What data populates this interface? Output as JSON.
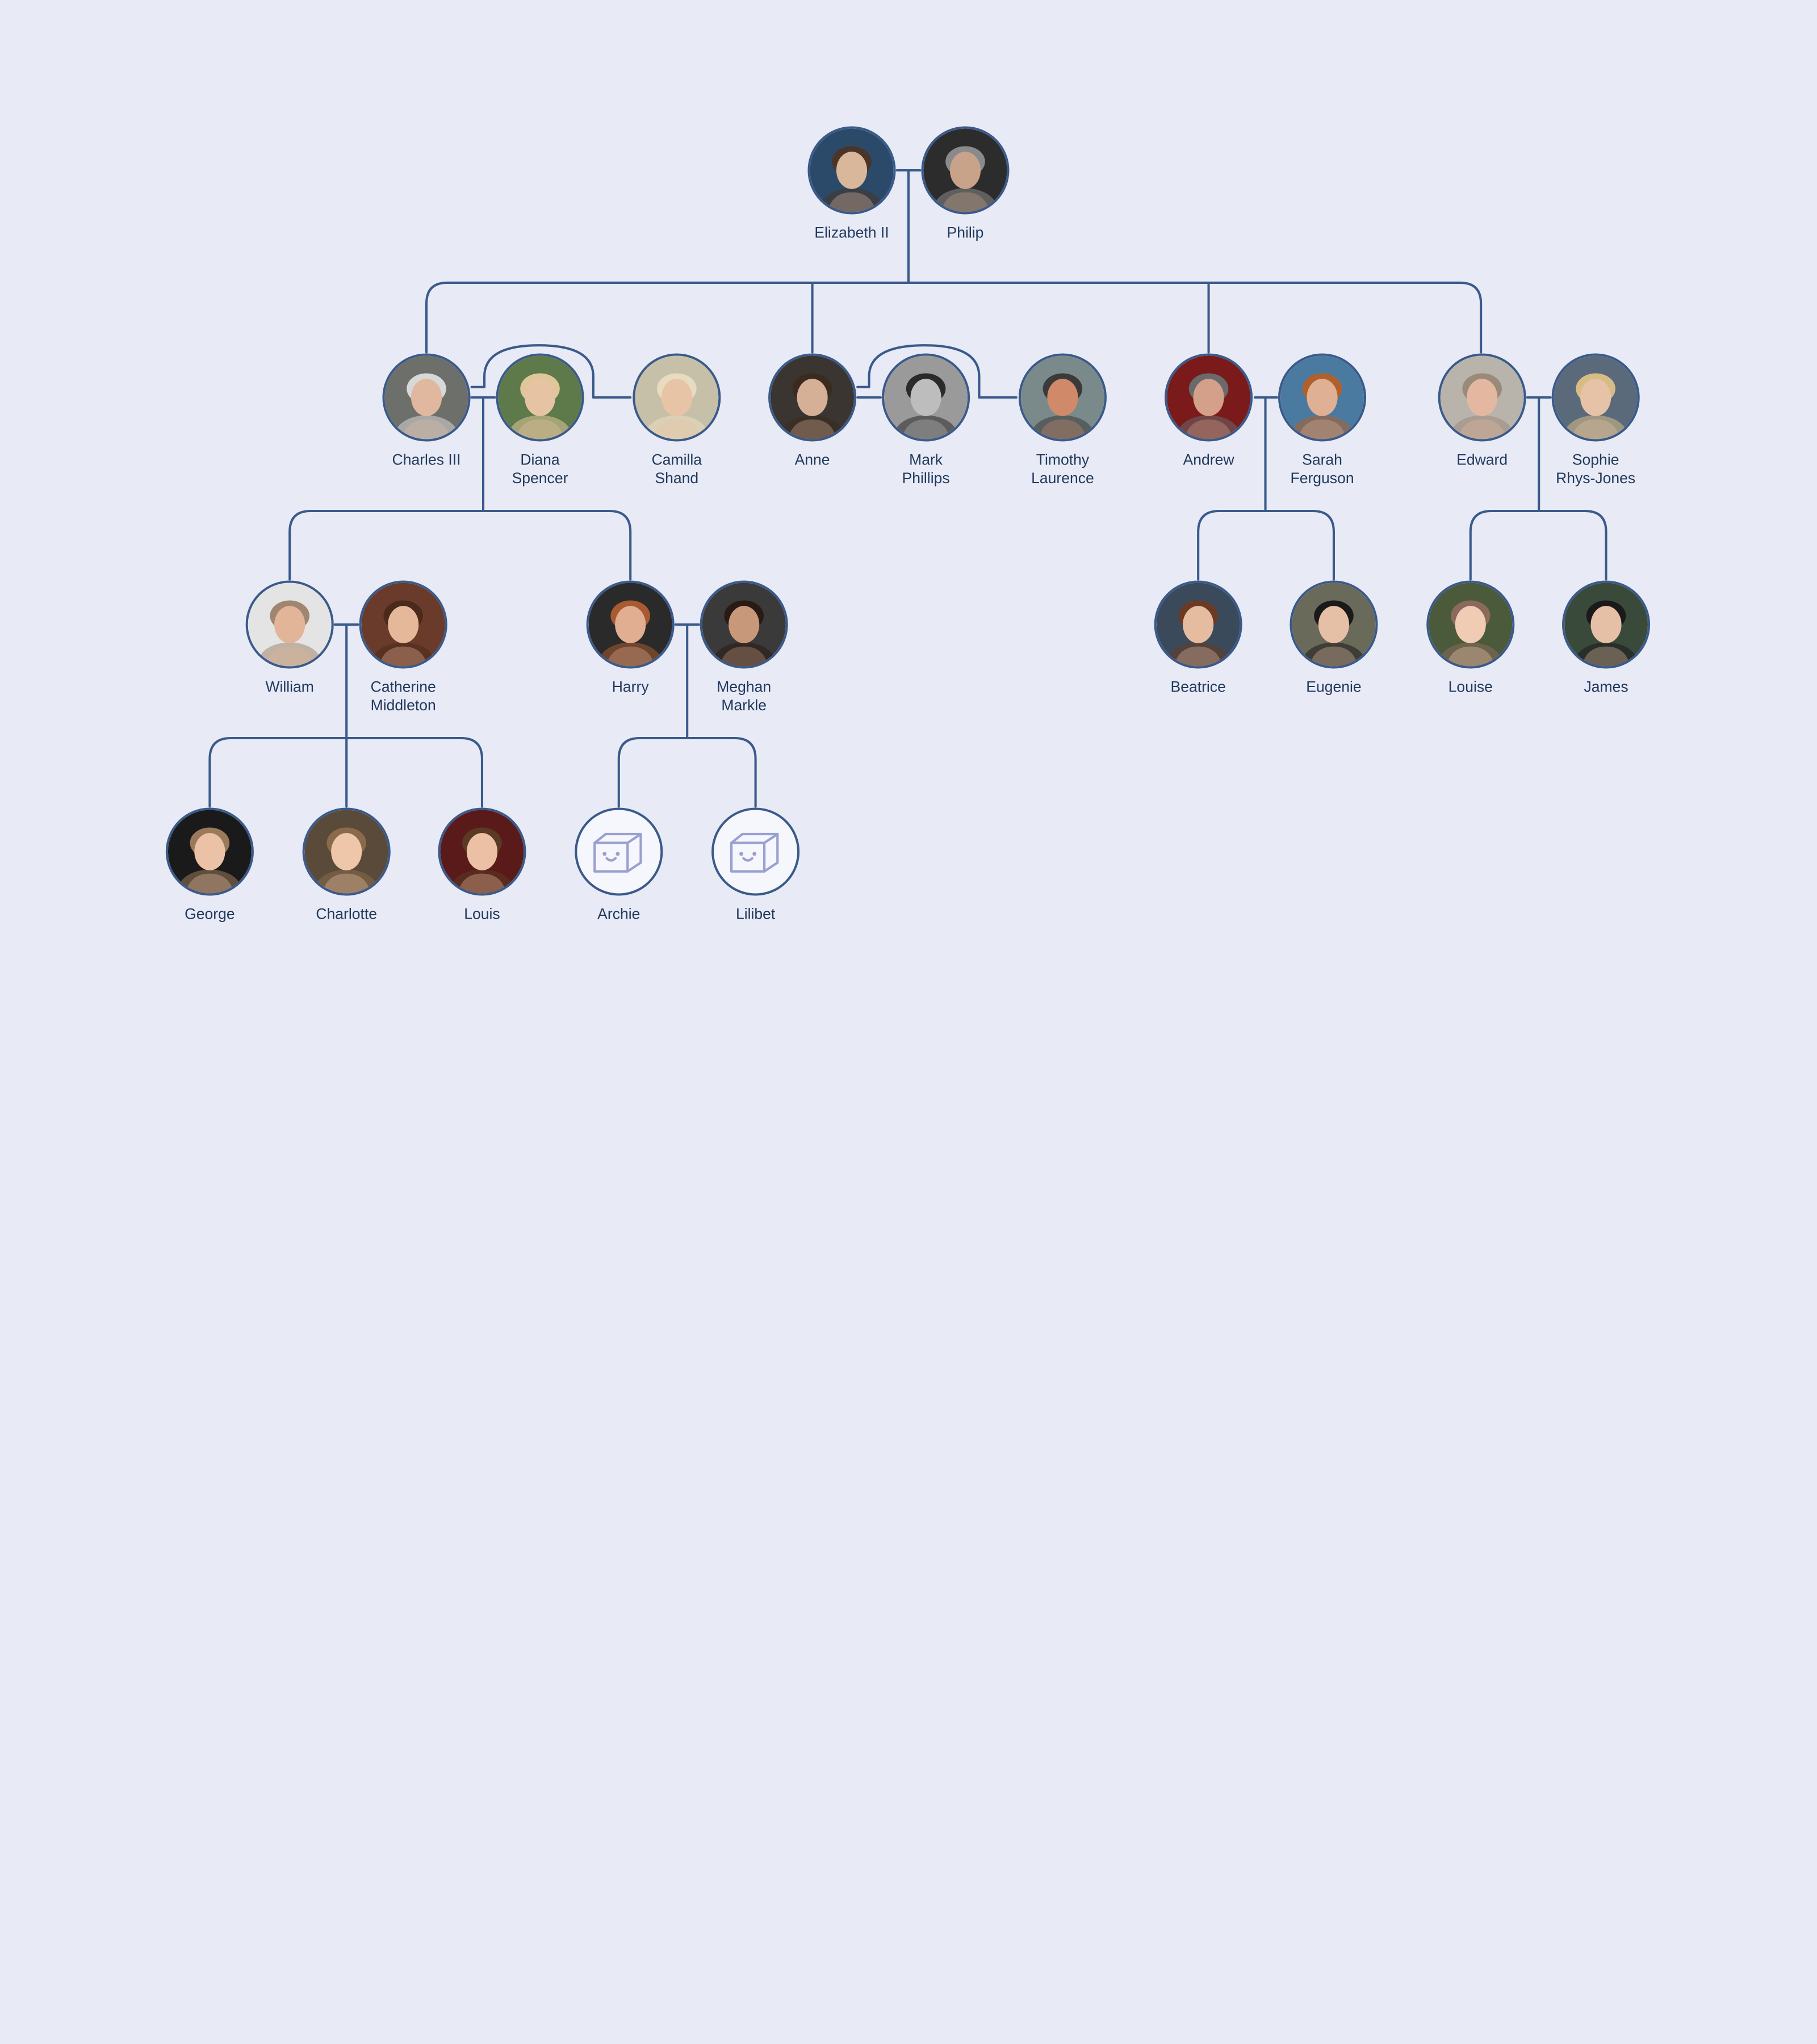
{
  "people": {
    "elizabeth": {
      "name": "Elizabeth II",
      "colors": {
        "bg": "#2b4a6a",
        "skin": "#d9b79a",
        "hair": "#4a3528"
      }
    },
    "philip": {
      "name": "Philip",
      "colors": {
        "bg": "#2c2c2c",
        "skin": "#c9a28a",
        "hair": "#8a8a8a"
      }
    },
    "charles": {
      "name": "Charles III",
      "colors": {
        "bg": "#6d6f6a",
        "skin": "#e0b8a0",
        "hair": "#d8d8d8"
      }
    },
    "diana": {
      "name": "Diana\nSpencer",
      "colors": {
        "bg": "#5e7a4a",
        "skin": "#e6c3a3",
        "hair": "#e0c79a"
      }
    },
    "camilla": {
      "name": "Camilla\nShand",
      "colors": {
        "bg": "#c7c0a8",
        "skin": "#e8c4a6",
        "hair": "#e8dcc0"
      }
    },
    "anne": {
      "name": "Anne",
      "colors": {
        "bg": "#3a3530",
        "skin": "#d6b096",
        "hair": "#3a2a20"
      }
    },
    "mark": {
      "name": "Mark\nPhillips",
      "colors": {
        "bg": "#9a9a9a",
        "skin": "#bdbdbd",
        "hair": "#2a2a2a"
      }
    },
    "timothy": {
      "name": "Timothy\nLaurence",
      "colors": {
        "bg": "#7a8a8a",
        "skin": "#d08a6a",
        "hair": "#3a3a3a"
      }
    },
    "andrew": {
      "name": "Andrew",
      "colors": {
        "bg": "#7a1a1a",
        "skin": "#d4a08a",
        "hair": "#6a6a6a"
      }
    },
    "sarah": {
      "name": "Sarah\nFerguson",
      "colors": {
        "bg": "#4a7aa0",
        "skin": "#e0b094",
        "hair": "#b0602a"
      }
    },
    "edward": {
      "name": "Edward",
      "colors": {
        "bg": "#b8b4ac",
        "skin": "#e4b8a0",
        "hair": "#9a8a7a"
      }
    },
    "sophie": {
      "name": "Sophie\nRhys-Jones",
      "colors": {
        "bg": "#5a6a7a",
        "skin": "#e6c2a6",
        "hair": "#d8bc86"
      }
    },
    "william": {
      "name": "William",
      "colors": {
        "bg": "#e4e4e4",
        "skin": "#e2b498",
        "hair": "#a08670"
      }
    },
    "catherine": {
      "name": "Catherine\nMiddleton",
      "colors": {
        "bg": "#6a3a2a",
        "skin": "#e6b89a",
        "hair": "#4a2a1a"
      }
    },
    "harry": {
      "name": "Harry",
      "colors": {
        "bg": "#2a2a2a",
        "skin": "#e2ae92",
        "hair": "#a85a30"
      }
    },
    "meghan": {
      "name": "Meghan\nMarkle",
      "colors": {
        "bg": "#3a3a3a",
        "skin": "#c8987a",
        "hair": "#2a1a14"
      }
    },
    "beatrice": {
      "name": "Beatrice",
      "colors": {
        "bg": "#3a4a5a",
        "skin": "#e6bca0",
        "hair": "#6a3a24"
      }
    },
    "eugenie": {
      "name": "Eugenie",
      "colors": {
        "bg": "#6a6a5a",
        "skin": "#e6c0a6",
        "hair": "#1a1a1a"
      }
    },
    "louise": {
      "name": "Louise",
      "colors": {
        "bg": "#4a5a3a",
        "skin": "#f0ccb4",
        "hair": "#8a6a5a"
      }
    },
    "james": {
      "name": "James",
      "colors": {
        "bg": "#3a4a3a",
        "skin": "#e6c0a6",
        "hair": "#1a1a1a"
      }
    },
    "george": {
      "name": "George",
      "colors": {
        "bg": "#1a1a1a",
        "skin": "#ecc2a6",
        "hair": "#9a7a5a"
      }
    },
    "charlotte": {
      "name": "Charlotte",
      "colors": {
        "bg": "#5a4a3a",
        "skin": "#eec6aa",
        "hair": "#8a6a4a"
      }
    },
    "louis": {
      "name": "Louis",
      "colors": {
        "bg": "#5a1a1a",
        "skin": "#ecc0a4",
        "hair": "#5a3a24"
      }
    },
    "archie": {
      "name": "Archie",
      "icon": "box-placeholder-icon"
    },
    "lilibet": {
      "name": "Lilibet",
      "icon": "box-placeholder-icon"
    }
  },
  "colors": {
    "background": "#e8eaf6",
    "line": "#3a5a8a",
    "text": "#213a5c",
    "placeholder_icon": "#9aa0d0"
  }
}
